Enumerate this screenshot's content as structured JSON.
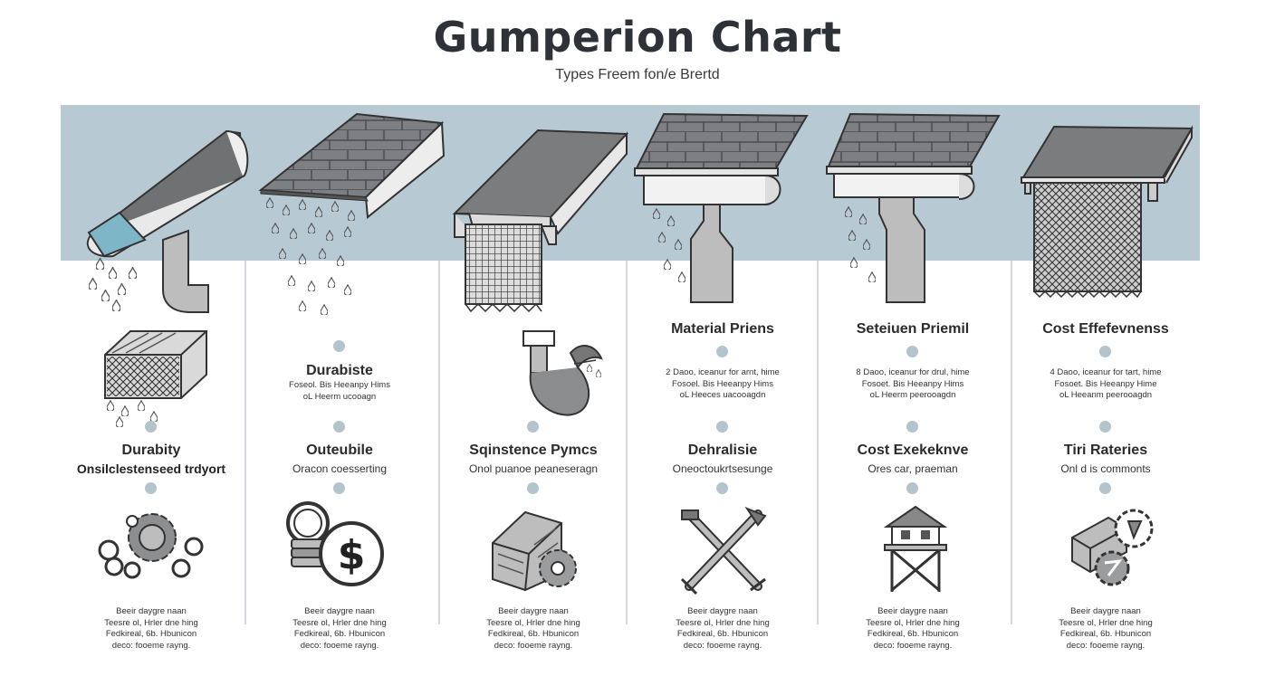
{
  "header": {
    "title": "Gumperion Chart",
    "subtitle": "Types Freem fon/e Brertd"
  },
  "columns": [
    {
      "section1": {
        "heading": "",
        "lines": []
      },
      "section2": {
        "heading": "Durabity",
        "subtitle": "Onsilclestenseed trdyort"
      },
      "section3": {
        "lines": [
          "Beeir daygre naan",
          "Teesre ol, Hrler dne hing",
          "Fedkireal, 6b. Hbunicon",
          "deco: fooeme rayng."
        ]
      }
    },
    {
      "section1": {
        "heading": "Durabiste",
        "lines": [
          "Foseol. Bis Heeanpy Hims",
          "oL Heerm ucooagn"
        ]
      },
      "section2": {
        "heading": "Outeubile",
        "subtitle": "Oracon coesserting"
      },
      "section3": {
        "lines": [
          "Beeir daygre naan",
          "Teesre ol, Hrler dne hing",
          "Fedkireal, 6b. Hbunicon",
          "deco: fooeme rayng."
        ]
      }
    },
    {
      "section1": {
        "heading": "",
        "lines": []
      },
      "section2": {
        "heading": "Sqinstence Pymcs",
        "subtitle": "Onol puanoe peaneseragn"
      },
      "section3": {
        "lines": [
          "Beeir daygre naan",
          "Teesre ol, Hrler dne hing",
          "Fedkireal, 6b. Hbunicon",
          "deco: fooeme rayng."
        ]
      }
    },
    {
      "section1": {
        "heading": "Material Priens",
        "lines": [
          "2 Daoo, iceanur for arnt, hime",
          "Fosoel. Bis Heeanpy Hims",
          "oL Heeces uacooagdn"
        ]
      },
      "section2": {
        "heading": "Dehralisie",
        "subtitle": "Oneoctoukrtsesunge"
      },
      "section3": {
        "lines": [
          "Beeir daygre naan",
          "Teesre ol, Hrler dne hing",
          "Fedkireal, 6b. Hbunicon",
          "deco: fooeme rayng."
        ]
      }
    },
    {
      "section1": {
        "heading": "Seteiuen Priemil",
        "lines": [
          "8 Daoo, iceanur for drul, hime",
          "Fosoet. Bis Heeanpy Hims",
          "oL Heerm peerooagdn"
        ]
      },
      "section2": {
        "heading": "Cost Exekeknve",
        "subtitle": "Ores car, praeman"
      },
      "section3": {
        "lines": [
          "Beeir daygre naan",
          "Teesre ol, Hrler dne hing",
          "Fedkireal, 6b. Hbunicon",
          "deco: fooeme rayng."
        ]
      }
    },
    {
      "section1": {
        "heading": "Cost Effefevnenss",
        "lines": [
          "4 Daoo, iceanur for tart, hime",
          "Fosoet. Bis Heeanpy Hime",
          "oL Heeanm peerooagdn"
        ]
      },
      "section2": {
        "heading": "Tiri Rateries",
        "subtitle": "Onl d is commonts"
      },
      "section3": {
        "lines": [
          "Beeir daygre naan",
          "Teesre ol, Hrler dne hing",
          "Fedkireal, 6b. Hbunicon",
          "deco: fooeme rayng."
        ]
      }
    }
  ],
  "icons": [
    [
      "half-round-gutter-icon",
      "gutter-cross-section-icon",
      "gear-chain-icon"
    ],
    [
      "shingle-roof-rain-icon",
      "coin-dollar-icon"
    ],
    [
      "mesh-gutter-guard-icon",
      "downspout-pipe-icon",
      "wood-gear-icon"
    ],
    [
      "k-style-gutter-downspout-icon",
      "crossed-tools-icon"
    ],
    [
      "gutter-downspout-icon",
      "house-stand-icon"
    ],
    [
      "mesh-screen-guard-icon",
      "box-gear-icon"
    ]
  ]
}
